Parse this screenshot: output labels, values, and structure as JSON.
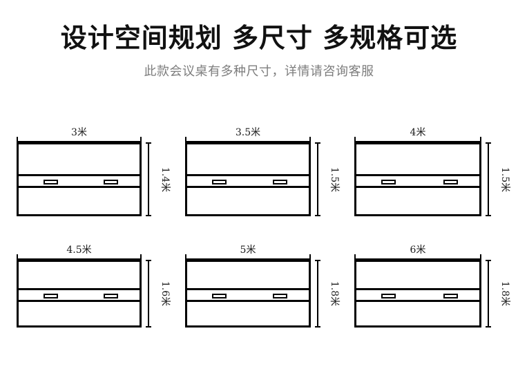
{
  "header": {
    "title": "设计空间规划  多尺寸  多规格可选",
    "subtitle": "此款会议桌有多种尺寸，详情请咨询客服"
  },
  "colors": {
    "background": "#ffffff",
    "line": "#000000",
    "title_text": "#111111",
    "subtitle_text": "#7d7d7d"
  },
  "diagrams": [
    {
      "id": "table-3m",
      "width_label": "3米",
      "height_label": "1.4米",
      "width_m": 3,
      "height_m": 1.4,
      "socket_count": 2
    },
    {
      "id": "table-3-5m",
      "width_label": "3.5米",
      "height_label": "1.5米",
      "width_m": 3.5,
      "height_m": 1.5,
      "socket_count": 2
    },
    {
      "id": "table-4m",
      "width_label": "4米",
      "height_label": "1.5米",
      "width_m": 4,
      "height_m": 1.5,
      "socket_count": 2
    },
    {
      "id": "table-4-5m",
      "width_label": "4.5米",
      "height_label": "1.6米",
      "width_m": 4.5,
      "height_m": 1.6,
      "socket_count": 2
    },
    {
      "id": "table-5m",
      "width_label": "5米",
      "height_label": "1.8米",
      "width_m": 5,
      "height_m": 1.8,
      "socket_count": 2
    },
    {
      "id": "table-6m",
      "width_label": "6米",
      "height_label": "1.8米",
      "width_m": 6,
      "height_m": 1.8,
      "socket_count": 2
    }
  ]
}
